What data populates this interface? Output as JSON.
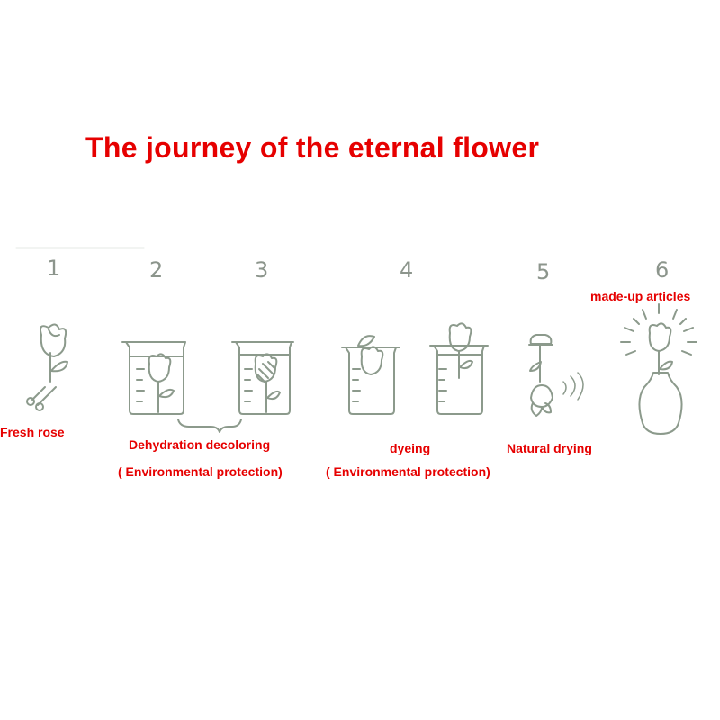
{
  "title": "The journey of the eternal flower",
  "colors": {
    "title": "#e60000",
    "labels": "#e60000",
    "line_art": "#8c9a8c"
  },
  "steps": [
    {
      "number": "1",
      "label": "Fresh rose"
    },
    {
      "number": "2"
    },
    {
      "number": "3"
    },
    {
      "number": "4",
      "label": "dyeing"
    },
    {
      "number": "5",
      "label": "Natural drying"
    },
    {
      "number": "6",
      "label": "made-up articles"
    }
  ],
  "group_label": "Dehydration decoloring",
  "notes": [
    "( Environmental protection)",
    "( Environmental protection)"
  ],
  "icons": [
    "rose-with-scissors-icon",
    "beaker-with-rose-icon",
    "beaker-with-shaded-rose-icon",
    "beaker-dye-rose-icon",
    "hanging-rose-clip-icon",
    "rose-in-vase-icon"
  ]
}
